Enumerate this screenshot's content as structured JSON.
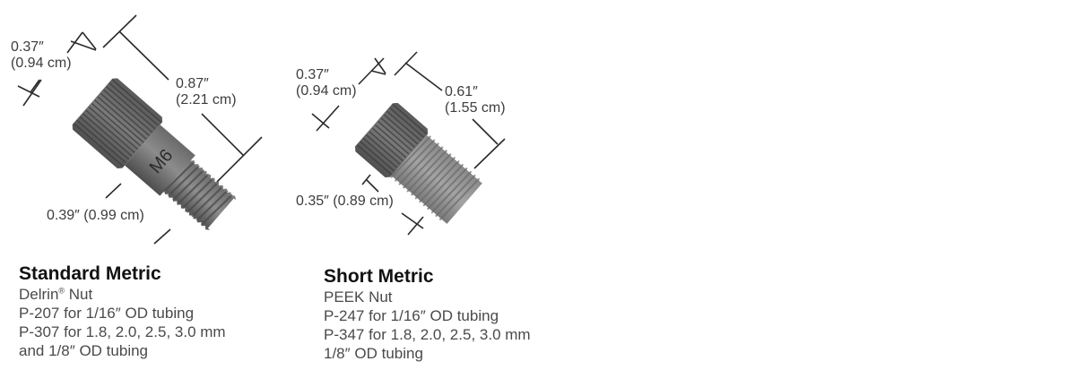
{
  "products": [
    {
      "id": "standard-metric",
      "name": "Standard Metric",
      "material_prefix": "Delrin",
      "material_mark": "®",
      "material_suffix": " Nut",
      "lines": [
        "P-207 for 1/16″ OD tubing",
        "P-307 for 1.8, 2.0, 2.5, 3.0 mm",
        "and 1/8″ OD tubing"
      ],
      "marking": "M6",
      "dimensions": {
        "head_width": [
          "0.37″",
          "(0.94 cm)"
        ],
        "overall_length": [
          "0.87″",
          "(2.21 cm)"
        ],
        "thread_diameter": "0.39″ (0.99 cm)"
      }
    },
    {
      "id": "short-metric",
      "name": "Short Metric",
      "material": "PEEK Nut",
      "lines": [
        "P-247 for 1/16″ OD tubing",
        "P-347 for 1.8, 2.0, 2.5, 3.0 mm",
        "1/8″ OD tubing"
      ],
      "dimensions": {
        "head_width": [
          "0.37″",
          "(0.94 cm)"
        ],
        "overall_length": [
          "0.61″",
          "(1.55 cm)"
        ],
        "thread_diameter": "0.35″ (0.89 cm)"
      }
    }
  ],
  "colors": {
    "dimension_line": "#2a2a2a",
    "nut_dark": "#4a4a4a",
    "nut_mid": "#6e6e6e",
    "nut_light": "#9a9a9a",
    "text_title": "#111111",
    "text_body": "#4a4a4a"
  }
}
